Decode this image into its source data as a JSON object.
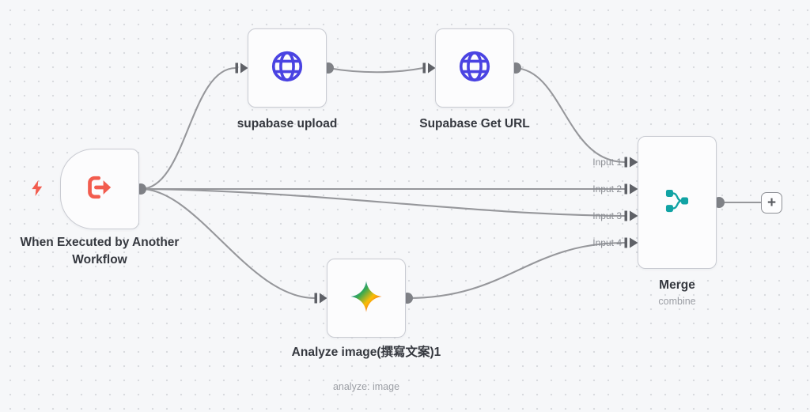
{
  "nodes": {
    "trigger": {
      "label": "When Executed by Another Workflow"
    },
    "supabase_upload": {
      "label": "supabase upload"
    },
    "supabase_get_url": {
      "label": "Supabase Get URL"
    },
    "analyze_image": {
      "label": "Analyze image(撰寫文案)1",
      "subtitle": "analyze: image"
    },
    "merge": {
      "label": "Merge",
      "subtitle": "combine",
      "inputs": [
        "Input 1",
        "Input 2",
        "Input 3",
        "Input 4"
      ]
    },
    "add_button": {
      "label": "+"
    }
  },
  "icons": {
    "trigger": "arrow-right-from-bracket-icon",
    "trigger_badge": "lightning-bolt-icon",
    "supabase_upload": "globe-icon",
    "supabase_get_url": "globe-icon",
    "analyze_image": "gemini-star-icon",
    "merge": "merge-combine-icon",
    "add": "plus-icon"
  },
  "colors": {
    "trigger_accent": "#f25c4e",
    "http_icon_blue": "#4a43e2",
    "merge_icon_teal": "#11a3a4",
    "edge_gray": "#96979b",
    "canvas_bg": "#f6f7f9"
  }
}
